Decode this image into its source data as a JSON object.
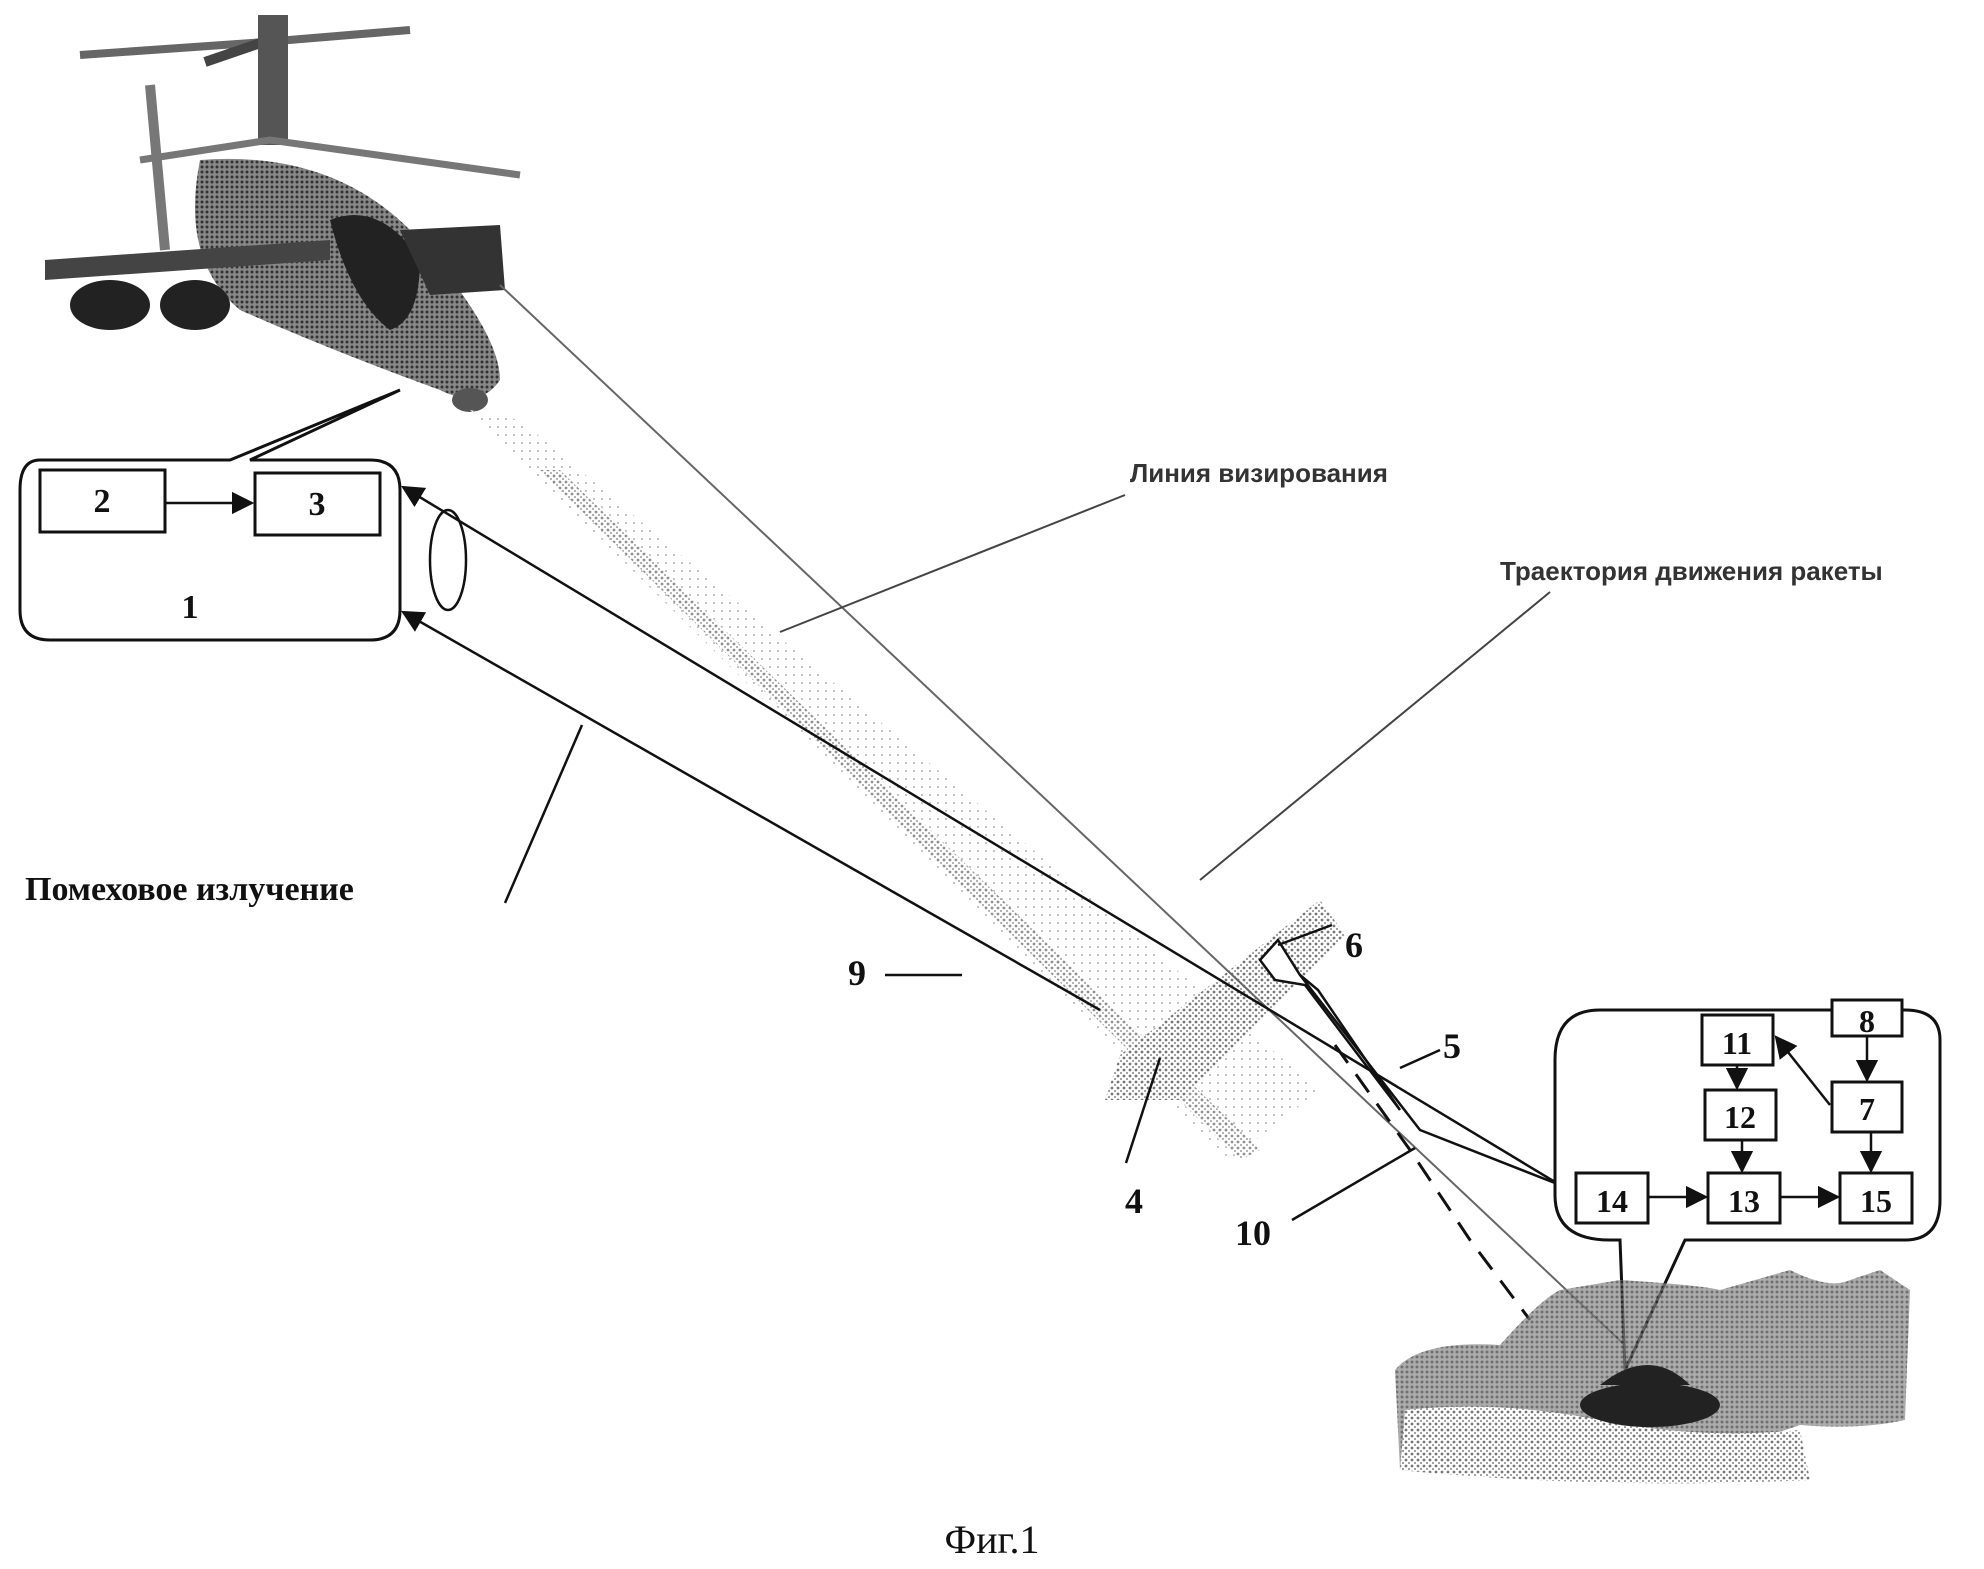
{
  "figure": {
    "caption": "Фиг.1",
    "annotations": {
      "sight_line": "Линия визирования",
      "missile_trajectory": "Траектория движения ракеты",
      "jamming_radiation": "Помеховое излучение"
    },
    "helicopter_block": {
      "container_label": "1",
      "blocks": [
        "2",
        "3"
      ]
    },
    "target_block": {
      "blocks": [
        "7",
        "8",
        "11",
        "12",
        "13",
        "14",
        "15"
      ]
    },
    "reference_numbers": {
      "n4": "4",
      "n5": "5",
      "n6": "6",
      "n9": "9",
      "n10": "10"
    },
    "colors": {
      "ink": "#111111",
      "halftone": "#8a8a8a",
      "background": "#ffffff"
    }
  }
}
